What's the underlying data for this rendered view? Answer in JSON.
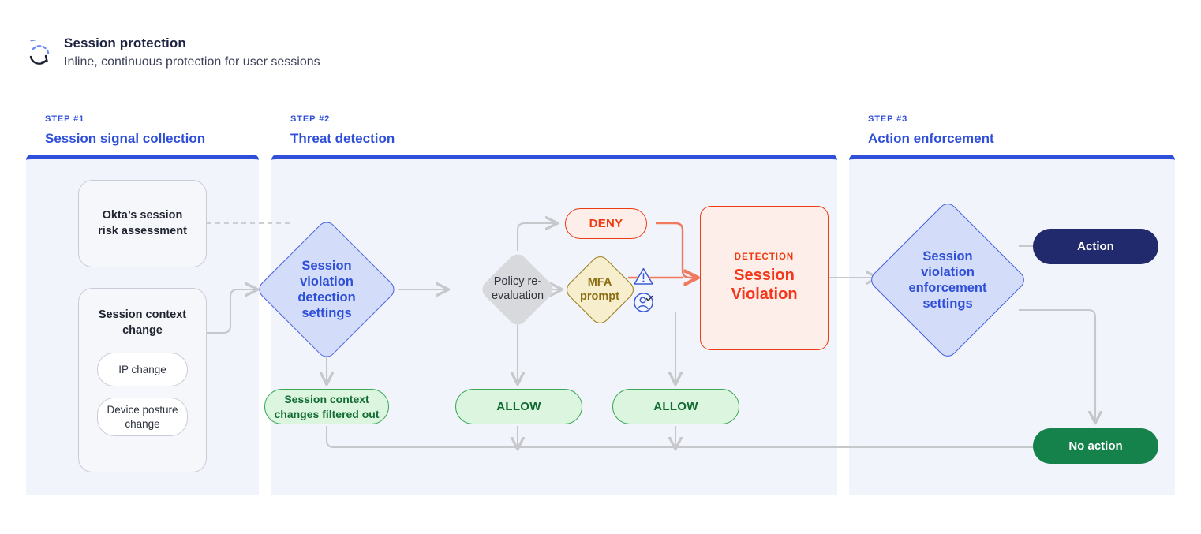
{
  "header": {
    "icon": "refresh-cycle-icon",
    "title": "Session protection",
    "subtitle": "Inline, continuous protection for user sessions"
  },
  "steps": [
    {
      "kicker": "STEP #1",
      "title": "Session signal collection"
    },
    {
      "kicker": "STEP #2",
      "title": "Threat detection"
    },
    {
      "kicker": "STEP #3",
      "title": "Action enforcement"
    }
  ],
  "step1": {
    "risk_card": "Okta’s session\nrisk assessment",
    "context_card": {
      "title": "Session context\nchange",
      "items": [
        "IP change",
        "Device posture\nchange"
      ]
    }
  },
  "step2": {
    "detection_diamond": "Session\nviolation\ndetection\nsettings",
    "filtered_pill": "Session context\nchanges filtered out",
    "policy_diamond": "Policy re-\nevaluation",
    "deny_pill": "DENY",
    "mfa_diamond": "MFA\nprompt",
    "allow_pill_1": "ALLOW",
    "allow_pill_2": "ALLOW",
    "violation": {
      "kicker": "DETECTION",
      "title": "Session\nViolation"
    },
    "icons": [
      "warning-triangle-icon",
      "user-verified-icon"
    ]
  },
  "step3": {
    "enforcement_diamond": "Session\nviolation\nenforcement\nsettings",
    "action_pill": "Action",
    "no_action_pill": "No action"
  },
  "colors": {
    "brand_blue": "#2f4fd8",
    "panel_bg": "#f2f4fb",
    "red": "#ee3b11",
    "green": "#14824a",
    "gold": "#8a6d10",
    "navy": "#222a6e",
    "wire": "#c6c8cc"
  }
}
